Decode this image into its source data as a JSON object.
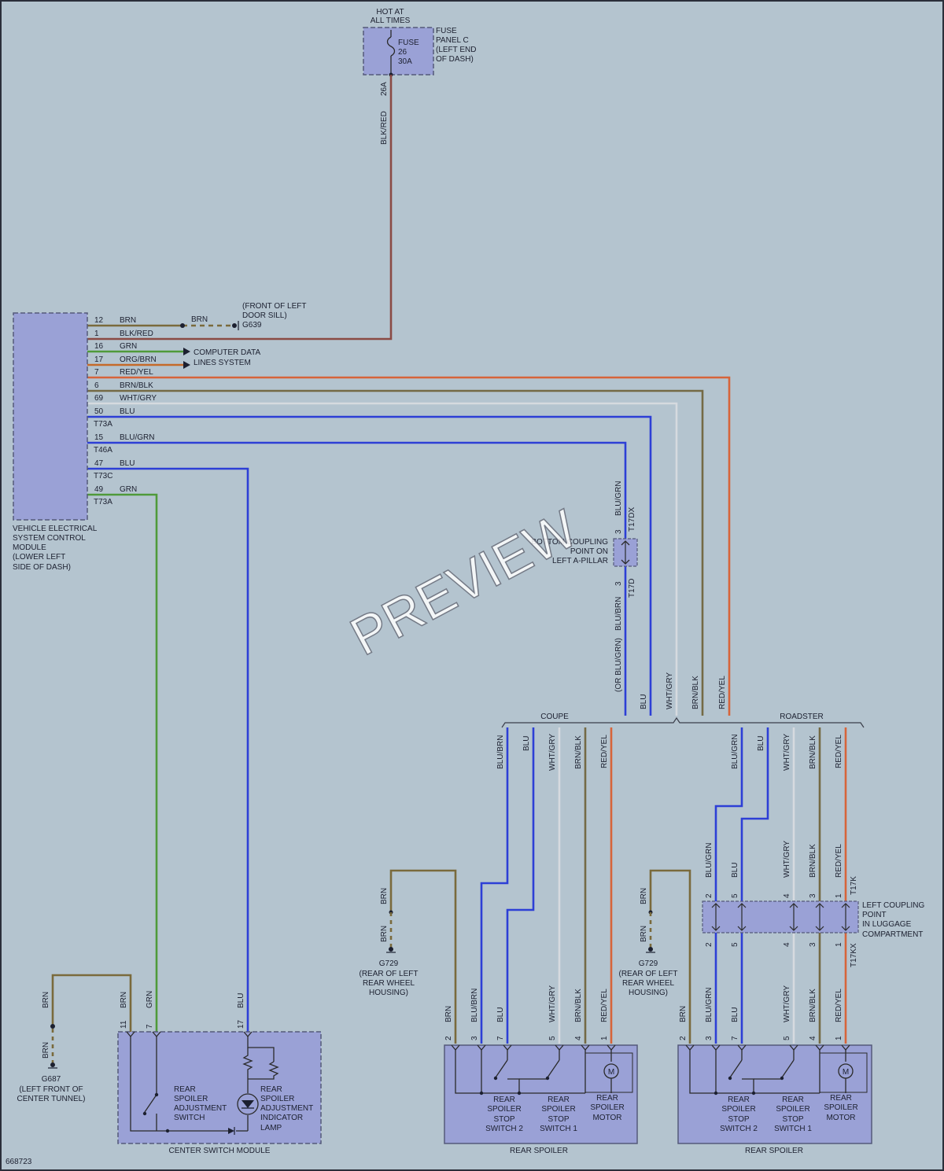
{
  "diagram_id": "668723",
  "watermark": "PREVIEW",
  "colors": {
    "background": "#b4c4cf",
    "component_fill": "#9aa1d6",
    "BRN": "#7a6a3c",
    "BLK_RED": "#8a4a44",
    "GRN": "#4f9a3a",
    "ORG_BRN": "#c56a2a",
    "RED_YEL": "#d7643a",
    "BRN_BLK": "#746a45",
    "WHT_GRY": "#d6dadf",
    "BLU": "#2d3fd6",
    "BLU_GRN": "#2d3fd6"
  },
  "fuse": {
    "hot_line1": "HOT AT",
    "hot_line2": "ALL TIMES",
    "label1": "FUSE",
    "label2": "26",
    "label3": "30A",
    "panel1": "FUSE",
    "panel2": "PANEL C",
    "panel3": "(LEFT END",
    "panel4": "OF DASH)",
    "terminal": "26A",
    "wire": "BLK/RED"
  },
  "vescm": {
    "name1": "VEHICLE ELECTRICAL",
    "name2": "SYSTEM CONTROL",
    "name3": "MODULE",
    "name4": "(LOWER LEFT",
    "name5": "SIDE OF DASH)",
    "pins": [
      {
        "pin": "12",
        "wire": "BRN"
      },
      {
        "pin": "1",
        "wire": "BLK/RED"
      },
      {
        "pin": "16",
        "wire": "GRN"
      },
      {
        "pin": "17",
        "wire": "ORG/BRN"
      },
      {
        "pin": "7",
        "wire": "RED/YEL"
      },
      {
        "pin": "6",
        "wire": "BRN/BLK"
      },
      {
        "pin": "69",
        "wire": "WHT/GRY"
      },
      {
        "pin": "50",
        "wire": "BLU",
        "conn": "T73A"
      },
      {
        "pin": "15",
        "wire": "BLU/GRN",
        "conn": "T46A"
      },
      {
        "pin": "47",
        "wire": "BLU",
        "conn": "T73C"
      },
      {
        "pin": "49",
        "wire": "GRN",
        "conn": "T73A"
      }
    ]
  },
  "ground_g639": {
    "wire": "BRN",
    "name": "G639",
    "loc1": "(FRONT OF LEFT",
    "loc2": "DOOR SILL)"
  },
  "data_lines": {
    "line1": "COMPUTER DATA",
    "line2": "LINES SYSTEM"
  },
  "apillar_coupling": {
    "top_conn": "T17DX",
    "top_pin": "3",
    "top_wire": "BLU/GRN",
    "bot_conn": "T17D",
    "bot_pin": "3",
    "bot_wire": "BLU/BRN",
    "alt_wire": "(OR BLU/GRN)",
    "line1": "BOTTOM COUPLING",
    "line2": "POINT ON",
    "line3": "LEFT A-PILLAR"
  },
  "vertical_labels": {
    "blu": "BLU",
    "wht_gry": "WHT/GRY",
    "brn_blk": "BRN/BLK",
    "red_yel": "RED/YEL"
  },
  "variants": {
    "coupe": "COUPE",
    "roadster": "ROADSTER"
  },
  "coupe_wires": [
    "BLU/BRN",
    "BLU",
    "WHT/GRY",
    "BRN/BLK",
    "RED/YEL"
  ],
  "roadster_wires": [
    "BLU/GRN",
    "BLU",
    "WHT/GRY",
    "BRN/BLK",
    "RED/YEL"
  ],
  "luggage_coupling": {
    "conn_top": "T17K",
    "conn_bot": "T17KX",
    "pins": [
      "2",
      "5",
      "4",
      "3",
      "1"
    ],
    "line1": "LEFT COUPLING",
    "line2": "POINT",
    "line3": "IN LUGGAGE",
    "line4": "COMPARTMENT"
  },
  "ground_g729": {
    "wire": "BRN",
    "name": "G729",
    "loc1": "(REAR OF LEFT",
    "loc2": "REAR WHEEL",
    "loc3": "HOUSING)"
  },
  "ground_g687": {
    "wire": "BRN",
    "name": "G687",
    "loc1": "(LEFT FRONT OF",
    "loc2": "CENTER TUNNEL)"
  },
  "center_switch": {
    "name": "CENTER SWITCH MODULE",
    "pins": [
      {
        "pin": "11",
        "wire": "BRN"
      },
      {
        "pin": "7",
        "wire": "GRN"
      },
      {
        "pin": "17",
        "wire": "BLU"
      }
    ],
    "switch1": "REAR",
    "switch2": "SPOILER",
    "switch3": "ADJUSTMENT",
    "switch4": "SWITCH",
    "lamp1": "REAR",
    "lamp2": "SPOILER",
    "lamp3": "ADJUSTMENT",
    "lamp4": "INDICATOR",
    "lamp5": "LAMP"
  },
  "spoiler_coupe": {
    "name": "REAR SPOILER",
    "pins": [
      {
        "pin": "2",
        "wire": "BRN"
      },
      {
        "pin": "3",
        "wire": "BLU/BRN"
      },
      {
        "pin": "7",
        "wire": "BLU"
      },
      {
        "pin": "5",
        "wire": "WHT/GRY"
      },
      {
        "pin": "4",
        "wire": "BRN/BLK"
      },
      {
        "pin": "1",
        "wire": "RED/YEL"
      }
    ],
    "stop2_1": "REAR",
    "stop2_2": "SPOILER",
    "stop2_3": "STOP",
    "stop2_4": "SWITCH 2",
    "stop1_1": "REAR",
    "stop1_2": "SPOILER",
    "stop1_3": "STOP",
    "stop1_4": "SWITCH 1",
    "motor1": "REAR",
    "motor2": "SPOILER",
    "motor3": "MOTOR",
    "motor_symbol": "M"
  },
  "spoiler_roadster": {
    "name": "REAR SPOILER",
    "pins": [
      {
        "pin": "2",
        "wire": "BRN"
      },
      {
        "pin": "3",
        "wire": "BLU/GRN"
      },
      {
        "pin": "7",
        "wire": "BLU"
      },
      {
        "pin": "5",
        "wire": "WHT/GRY"
      },
      {
        "pin": "4",
        "wire": "BRN/BLK"
      },
      {
        "pin": "1",
        "wire": "RED/YEL"
      }
    ],
    "stop2_1": "REAR",
    "stop2_2": "SPOILER",
    "stop2_3": "STOP",
    "stop2_4": "SWITCH 2",
    "stop1_1": "REAR",
    "stop1_2": "SPOILER",
    "stop1_3": "STOP",
    "stop1_4": "SWITCH 1",
    "motor1": "REAR",
    "motor2": "SPOILER",
    "motor3": "MOTOR",
    "motor_symbol": "M"
  }
}
